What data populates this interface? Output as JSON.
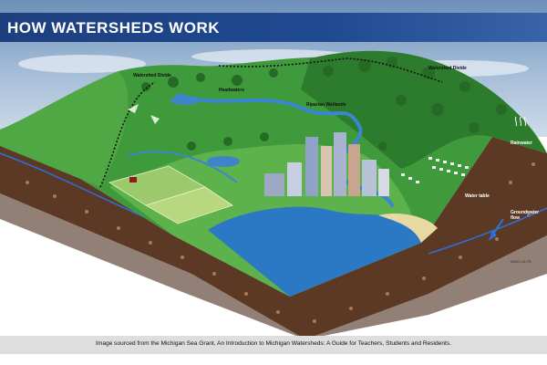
{
  "banner": {
    "title": "HOW WATERSHEDS WORK"
  },
  "labels": {
    "watershed_divide_left": "Watershed Divide",
    "watershed_divide_right": "Watershed Divide",
    "headwaters": "Headwaters",
    "riparian_wetlands": "Riparian Wetlands",
    "rainwater": "Rainwater",
    "water_table": "Water table",
    "groundwater_flow": "Groundwater flow"
  },
  "figure_code": "06DG-15-TB",
  "caption": "Image sourced from the Michigan Sea Grant, An Introduction to Michigan Watersheds: A Guide for Teachers, Students and Residents."
}
